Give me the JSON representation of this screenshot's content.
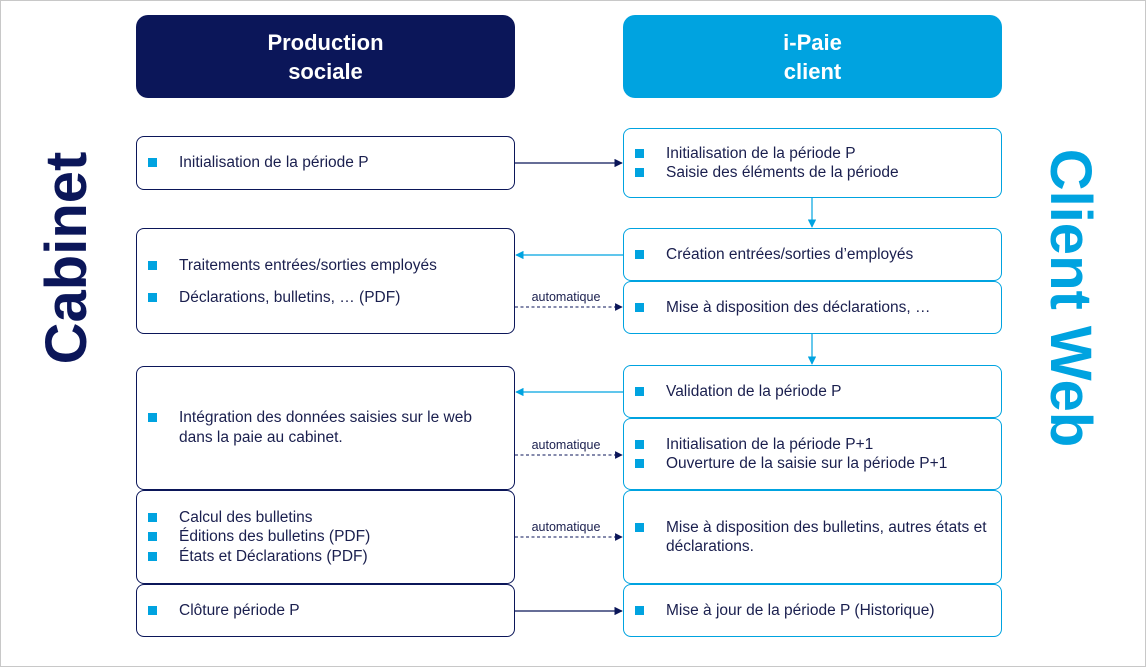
{
  "headers": {
    "left": "Production\nsociale",
    "right": "i-Paie\nclient"
  },
  "side_labels": {
    "left": "Cabinet",
    "right": "Client Web"
  },
  "left_boxes": [
    {
      "items": [
        "Initialisation de la période P"
      ]
    },
    {
      "items": [
        "Traitements entrées/sorties employés",
        "Déclarations, bulletins, … (PDF)"
      ]
    },
    {
      "items": [
        "Intégration des données saisies sur le web dans la paie au cabinet."
      ]
    },
    {
      "items": [
        "Calcul des bulletins",
        "Éditions des bulletins (PDF)",
        "États et Déclarations (PDF)"
      ]
    },
    {
      "items": [
        "Clôture période P"
      ]
    }
  ],
  "right_boxes": [
    {
      "items": [
        "Initialisation de la période P",
        "Saisie des éléments de la période"
      ]
    },
    {
      "items": [
        "Création entrées/sorties d’employés"
      ]
    },
    {
      "items": [
        "Mise à disposition des déclarations, …"
      ]
    },
    {
      "items": [
        "Validation de la période P"
      ]
    },
    {
      "items": [
        "Initialisation de la période P+1",
        "Ouverture de la saisie sur la période P+1"
      ]
    },
    {
      "items": [
        "Mise à disposition des bulletins, autres états et déclarations."
      ]
    },
    {
      "items": [
        "Mise à jour de la période P (Historique)"
      ]
    }
  ],
  "auto_label": "automatique",
  "colors": {
    "navy": "#0b1659",
    "blue": "#00a3e0",
    "text": "#1a1f4e"
  }
}
